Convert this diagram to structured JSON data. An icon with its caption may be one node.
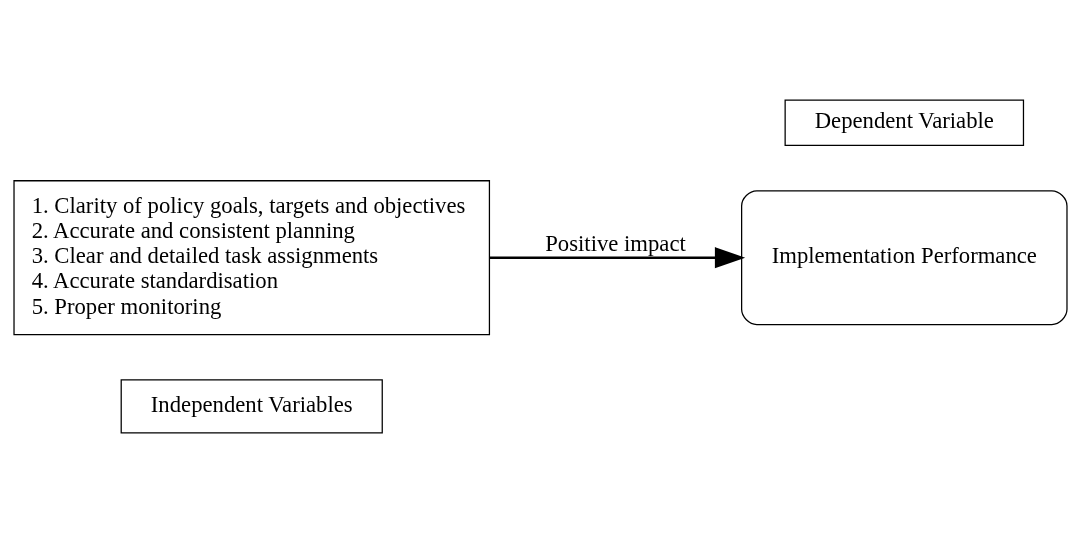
{
  "diagram": {
    "nodes": [
      {
        "text": [
          "Independent Variables"
        ]
      },
      {
        "text": [
          "1. Clarity of policy goals, targets and objectives",
          "2. Accurate and consistent planning",
          "3. Clear and detailed task assignments",
          "4. Accurate standardisation",
          "5. Proper monitoring"
        ]
      },
      {
        "text": [
          "Dependent Variable"
        ]
      },
      {
        "text": [
          "Implementation Performance"
        ]
      }
    ],
    "edges": [
      {
        "from": 1,
        "to": 3,
        "arrow": "to",
        "label": "Positive impact"
      }
    ]
  }
}
